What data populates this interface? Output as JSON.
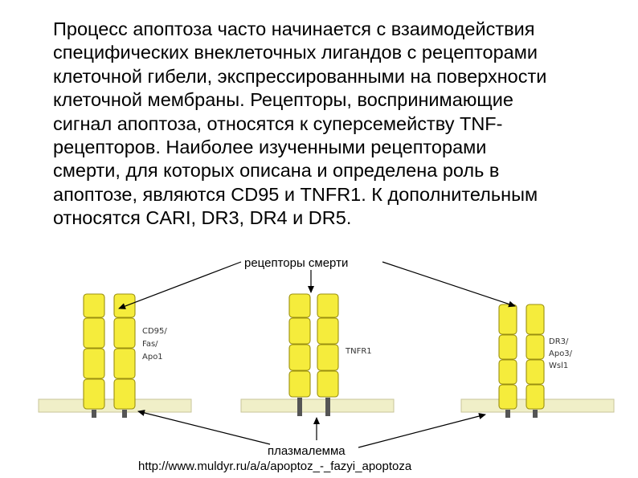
{
  "paragraph": {
    "lines": [
      "Процесс апоптоза часто начинается с взаимодействия",
      "специфических внеклеточных лигандов с рецепторами",
      "клеточной гибели, экспрессированными на поверхности",
      "клеточной мембраны. Рецепторы, воспринимающие",
      "сигнал апоптоза, относятся к суперсемейству TNF-",
      "рецепторов. Наиболее изученными рецепторами",
      "смерти, для которых описана и определена роль в",
      "апоптозе, являются CD95 и TNFR1. К дополнительным",
      "относятся CARI, DR3, DR4 и DR5."
    ]
  },
  "diagram": {
    "callout_top": "рецепторы смерти",
    "callout_bottom": "плазмалемма",
    "receptors": [
      {
        "label_lines": [
          "CD95/",
          "Fas/",
          "Apo1"
        ]
      },
      {
        "label_lines": [
          "TNFR1"
        ]
      },
      {
        "label_lines": [
          "DR3/",
          "Apo3/",
          "Wsl1"
        ]
      }
    ]
  },
  "source_url": "http://www.muldyr.ru/a/a/apoptoz_-_fazyi_apoptoza",
  "colors": {
    "domain_fill": "#f5ec3c",
    "domain_stroke": "#9a8f10",
    "membrane_fill": "#f0efc8",
    "membrane_stroke": "#c8c59a"
  }
}
